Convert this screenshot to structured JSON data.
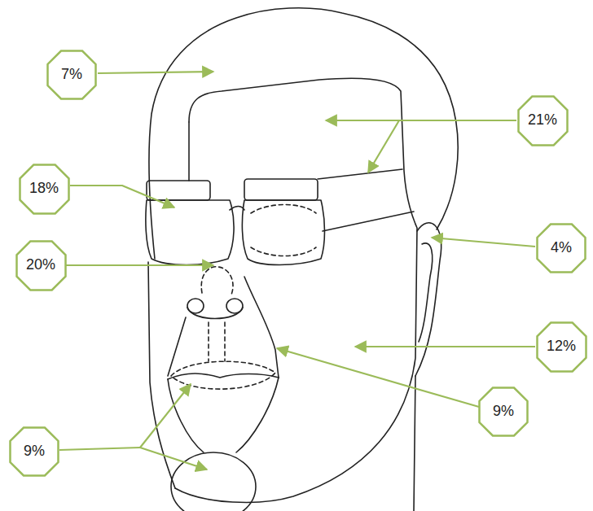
{
  "diagram": {
    "nodes": [
      {
        "text": [
          "7%"
        ]
      },
      {
        "text": [
          "21%"
        ]
      },
      {
        "text": [
          "18%"
        ]
      },
      {
        "text": [
          "4%"
        ]
      },
      {
        "text": [
          "20%"
        ]
      },
      {
        "text": [
          "12%"
        ]
      },
      {
        "text": [
          "9%"
        ]
      },
      {
        "text": [
          "9%"
        ]
      }
    ],
    "edges": []
  }
}
